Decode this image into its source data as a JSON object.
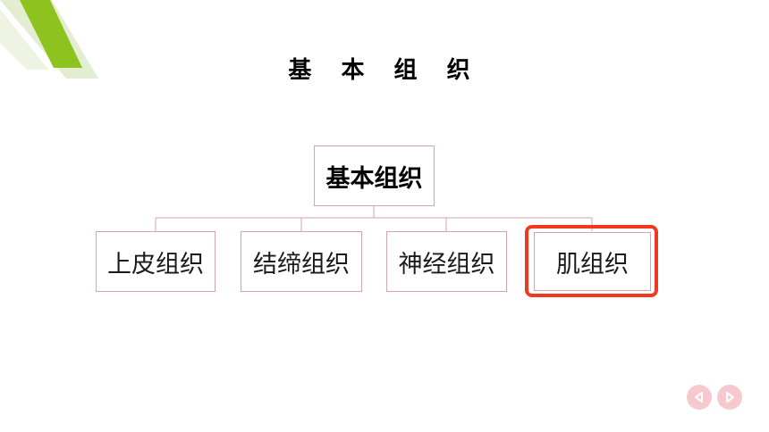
{
  "title": "基 本 组 织",
  "diagram": {
    "root": "基本组织",
    "children": [
      "上皮组织",
      "结缔组织",
      "神经组织",
      "肌组织"
    ],
    "highlighted_child": "肌组织"
  },
  "nav": {
    "prev_icon": "prev-arrow-icon",
    "next_icon": "next-arrow-icon"
  },
  "colors": {
    "accent_green": "#8dc21f",
    "node_border": "#d9a3aa",
    "highlight": "#ee3a21",
    "nav_button": "#f6c9cf"
  }
}
